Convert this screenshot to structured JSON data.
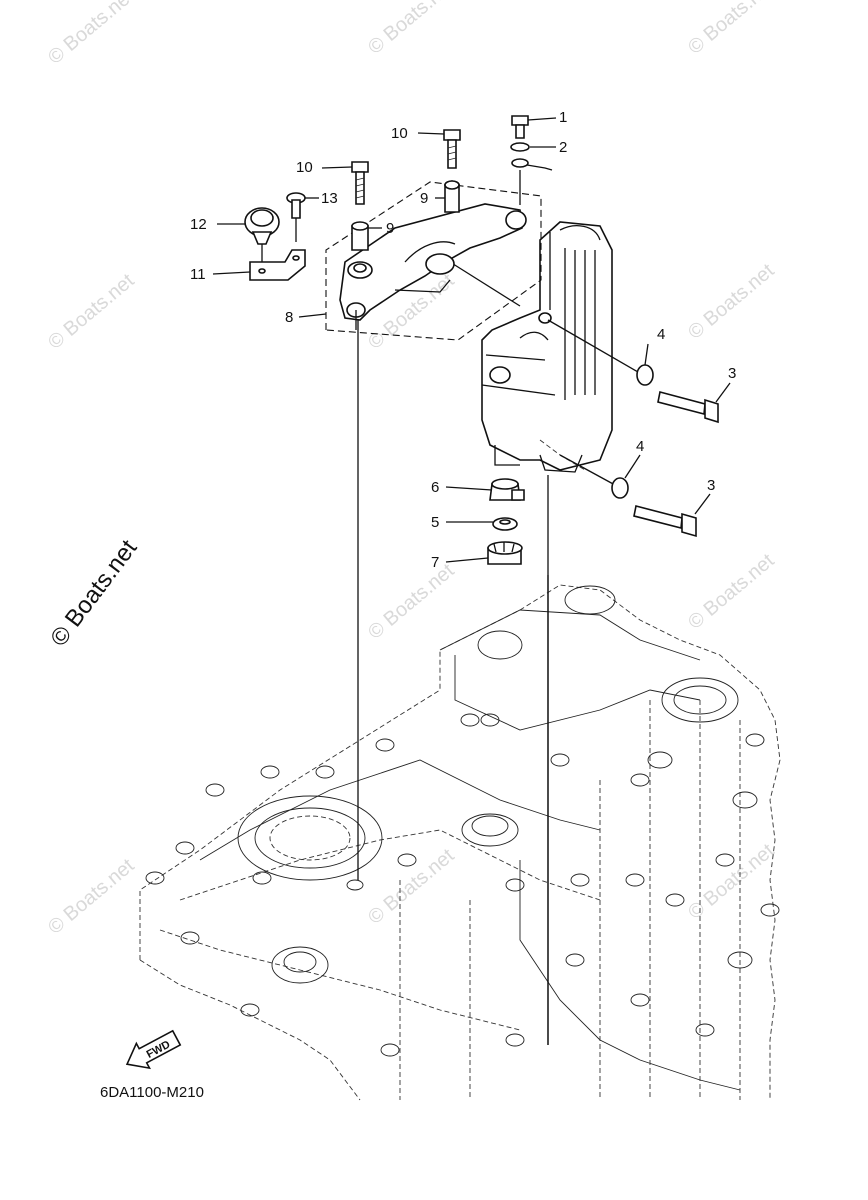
{
  "diagram": {
    "code": "6DA1100-M210",
    "fwd_label": "FWD",
    "watermark_main": "© Boats.net",
    "watermark_small": "© Boats.net",
    "callouts": {
      "c1": "1",
      "c2": "2",
      "c3a": "3",
      "c3b": "3",
      "c4a": "4",
      "c4b": "4",
      "c5": "5",
      "c6": "6",
      "c7": "7",
      "c8": "8",
      "c9a": "9",
      "c9b": "9",
      "c10a": "10",
      "c10b": "10",
      "c11": "11",
      "c12": "12",
      "c13": "13"
    }
  }
}
